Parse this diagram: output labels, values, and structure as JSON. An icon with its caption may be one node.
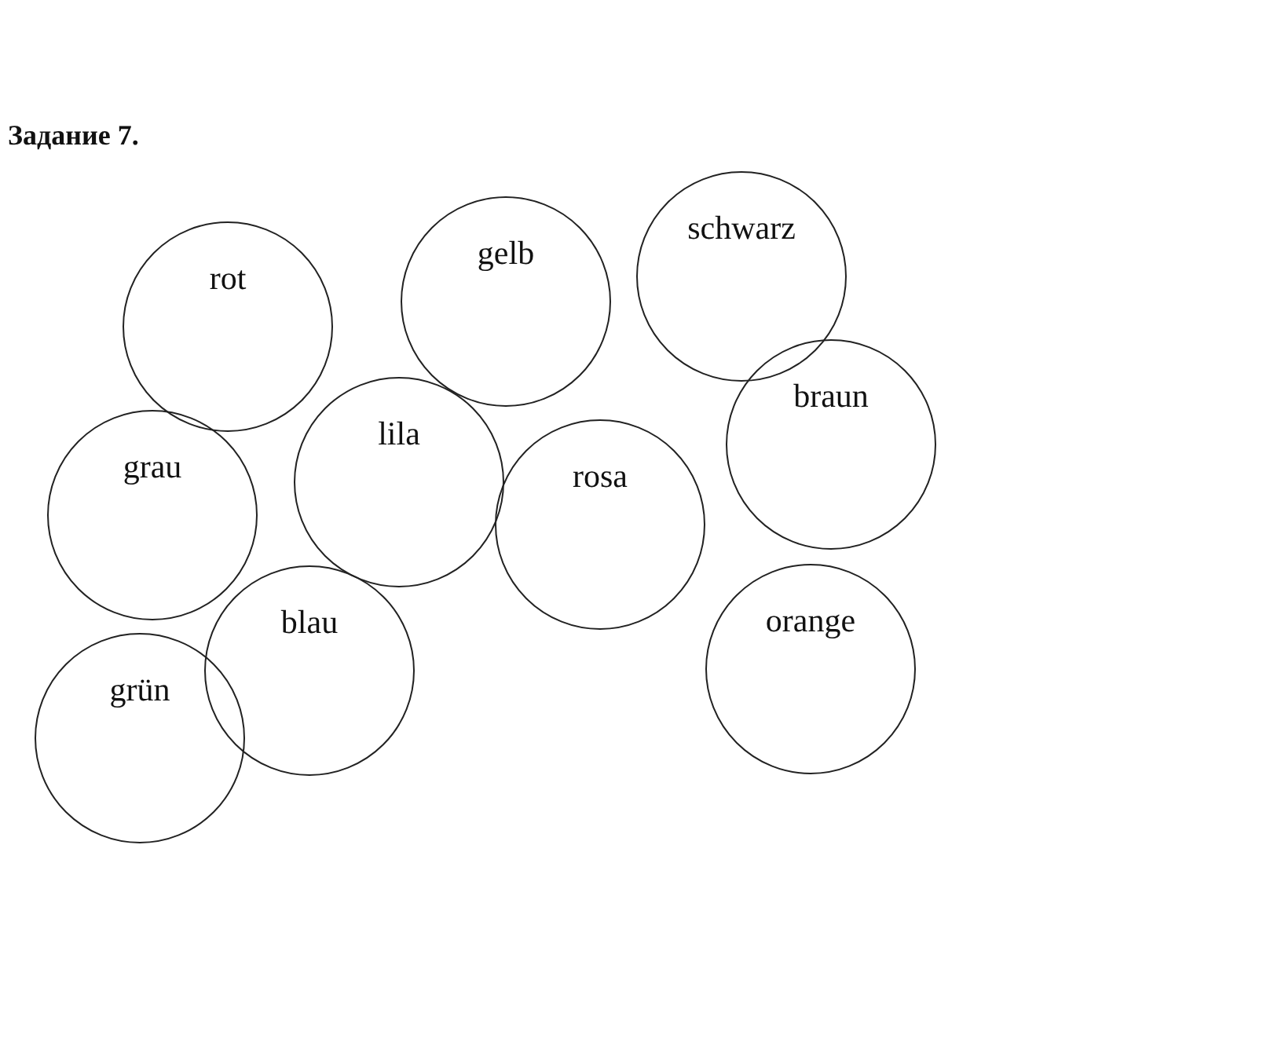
{
  "diagram": {
    "title": "Задание 7.",
    "nodes": [
      {
        "text": [
          "rot"
        ]
      },
      {
        "text": [
          "gelb"
        ]
      },
      {
        "text": [
          "schwarz"
        ]
      },
      {
        "text": [
          "grau"
        ]
      },
      {
        "text": [
          "lila"
        ]
      },
      {
        "text": [
          "rosa"
        ]
      },
      {
        "text": [
          "braun"
        ]
      },
      {
        "text": [
          "grün"
        ]
      },
      {
        "text": [
          "blau"
        ]
      },
      {
        "text": [
          "orange"
        ]
      }
    ]
  }
}
